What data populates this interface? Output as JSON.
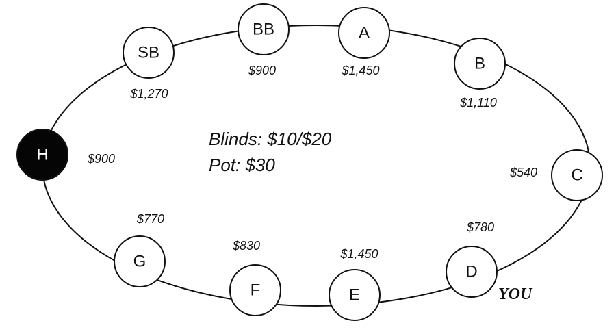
{
  "table": {
    "blinds": "Blinds: $10/$20",
    "pot": "Pot: $30",
    "you_label": "YOU"
  },
  "seats": [
    {
      "name": "SB",
      "stack": "$1,270",
      "dealer": false
    },
    {
      "name": "BB",
      "stack": "$900",
      "dealer": false
    },
    {
      "name": "A",
      "stack": "$1,450",
      "dealer": false
    },
    {
      "name": "B",
      "stack": "$1,110",
      "dealer": false
    },
    {
      "name": "C",
      "stack": "$540",
      "dealer": false
    },
    {
      "name": "D",
      "stack": "$780",
      "dealer": false
    },
    {
      "name": "E",
      "stack": "$1,450",
      "dealer": false
    },
    {
      "name": "F",
      "stack": "$830",
      "dealer": false
    },
    {
      "name": "G",
      "stack": "$770",
      "dealer": false
    },
    {
      "name": "H",
      "stack": "$900",
      "dealer": true
    }
  ],
  "colors": {
    "line": "#111111",
    "highlight_seat": "#050505"
  }
}
